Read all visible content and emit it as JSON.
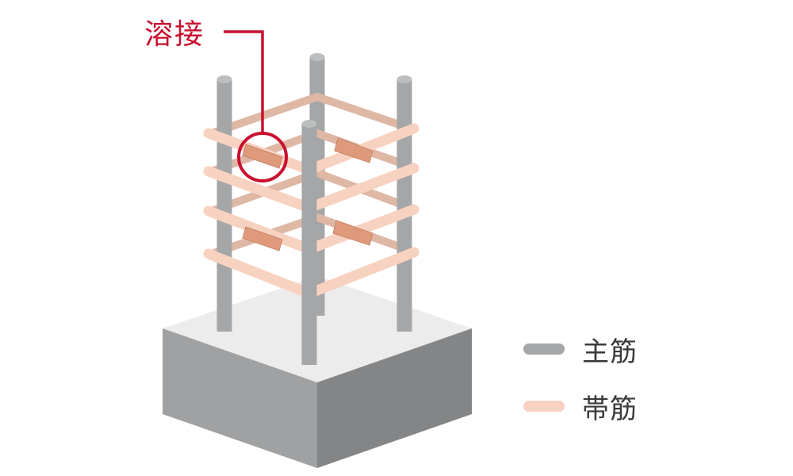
{
  "callout": {
    "label": "溶接"
  },
  "legend": {
    "items": [
      {
        "label": "主筋",
        "color": "#a5a6a7"
      },
      {
        "label": "帯筋",
        "color": "#f8d2c0"
      }
    ]
  },
  "colors": {
    "main_rebar": "#a5a6a7",
    "main_rebar_dark": "#8e8f90",
    "main_rebar_cap": "#bdbebf",
    "hoop_front": "#f8d2c0",
    "hoop_back": "#dfb7a5",
    "weld": "#df9a7c",
    "weld_edge": "#c9876b",
    "callout": "#c8102e",
    "footing_top": "#ececec",
    "footing_left": "#a0a1a2",
    "footing_right": "#848586"
  }
}
